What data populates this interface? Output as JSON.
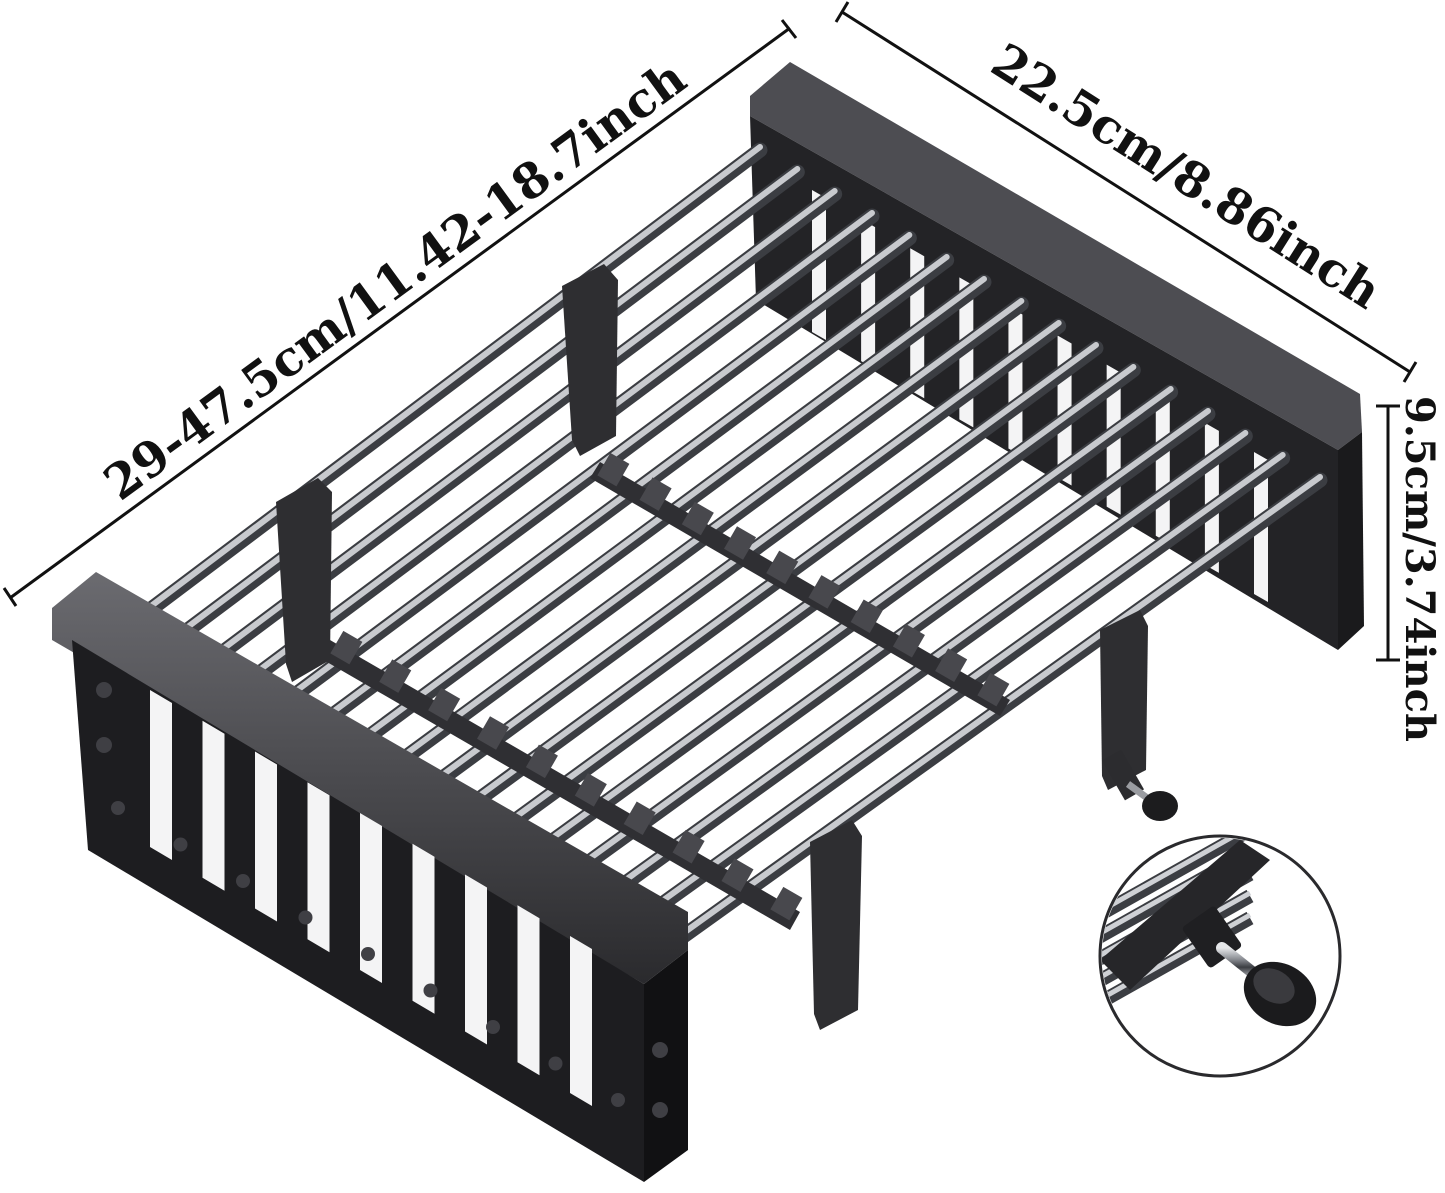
{
  "dimensions": {
    "length_label": "29-47.5cm/11.42-18.7inch",
    "width_label": "22.5cm/8.86inch",
    "height_label": "9.5cm/3.74inch"
  },
  "product": {
    "icon": "adjustable-sink-dish-basket",
    "detail_icon": "adjustment-knob-closeup"
  },
  "colors": {
    "frame": "#2b2b2e",
    "frame_top": "#58585c",
    "rod": "#b4b6ba",
    "background": "#ffffff"
  }
}
